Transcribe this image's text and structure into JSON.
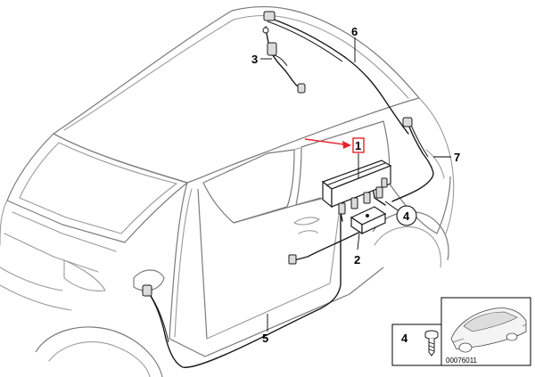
{
  "colors": {
    "car_outline": "#9a9a9a",
    "cable": "#1a1a1a",
    "highlight": "#e8202a",
    "label": "#000000"
  },
  "callouts": {
    "c1": "1",
    "c2": "2",
    "c3": "3",
    "c4": "4",
    "c5": "5",
    "c6": "6",
    "c7": "7"
  },
  "inset": {
    "part_number": "4",
    "drawing_id": "00076011"
  }
}
